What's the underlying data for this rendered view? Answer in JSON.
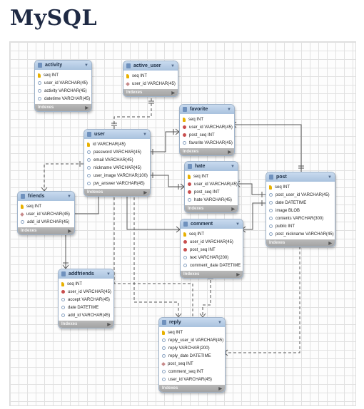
{
  "title": "MySQL",
  "tables": [
    {
      "id": "activity",
      "name": "activity",
      "footer": "Indexes",
      "columns": [
        {
          "key": "pk",
          "text": "seq INT"
        },
        {
          "key": "col",
          "text": "user_id VARCHAR(45)"
        },
        {
          "key": "col",
          "text": "activity VARCHAR(45)"
        },
        {
          "key": "col",
          "text": "datetime VARCHAR(45)"
        }
      ]
    },
    {
      "id": "active_user",
      "name": "active_user",
      "footer": "Indexes",
      "columns": [
        {
          "key": "pk",
          "text": "seq INT"
        },
        {
          "key": "rfk",
          "text": "user_id VARCHAR(45)"
        }
      ]
    },
    {
      "id": "favorite",
      "name": "favorite",
      "footer": "Indexes",
      "columns": [
        {
          "key": "pk",
          "text": "seq INT"
        },
        {
          "key": "fk",
          "text": "user_id VARCHAR(45)"
        },
        {
          "key": "fk",
          "text": "post_seq INT"
        },
        {
          "key": "col",
          "text": "favorite VARCHAR(45)"
        }
      ]
    },
    {
      "id": "user",
      "name": "user",
      "footer": "Indexes",
      "columns": [
        {
          "key": "pk",
          "text": "id VARCHAR(45)"
        },
        {
          "key": "col",
          "text": "password VARCHAR(45)"
        },
        {
          "key": "col",
          "text": "email VARCHAR(45)"
        },
        {
          "key": "col",
          "text": "nickname VARCHAR(45)"
        },
        {
          "key": "col",
          "text": "user_image VARCHAR(100)"
        },
        {
          "key": "col",
          "text": "pw_answer VARCHAR(45)"
        }
      ]
    },
    {
      "id": "hate",
      "name": "hate",
      "footer": "Indexes",
      "columns": [
        {
          "key": "pk",
          "text": "seq INT"
        },
        {
          "key": "fk",
          "text": "user_id VARCHAR(45)"
        },
        {
          "key": "fk",
          "text": "post_seq INT"
        },
        {
          "key": "col",
          "text": "hate VARCHAR(45)"
        }
      ]
    },
    {
      "id": "post",
      "name": "post",
      "footer": "Indexes",
      "columns": [
        {
          "key": "pk",
          "text": "seq INT"
        },
        {
          "key": "col",
          "text": "post_user_id VARCHAR(45)"
        },
        {
          "key": "col",
          "text": "date DATETIME"
        },
        {
          "key": "col",
          "text": "image BLOB"
        },
        {
          "key": "col",
          "text": "contents VARCHAR(300)"
        },
        {
          "key": "col",
          "text": "public INT"
        },
        {
          "key": "col",
          "text": "post_nickname VARCHAR(45)"
        }
      ]
    },
    {
      "id": "friends",
      "name": "friends",
      "footer": "Indexes",
      "columns": [
        {
          "key": "pk",
          "text": "seq INT"
        },
        {
          "key": "rfk",
          "text": "user_id VARCHAR(45)"
        },
        {
          "key": "col",
          "text": "add_id VARCHAR(45)"
        }
      ]
    },
    {
      "id": "comment",
      "name": "comment",
      "footer": "Indexes",
      "columns": [
        {
          "key": "pk",
          "text": "seq INT"
        },
        {
          "key": "fk",
          "text": "user_id VARCHAR(45)"
        },
        {
          "key": "fk",
          "text": "post_seq INT"
        },
        {
          "key": "col",
          "text": "text VARCHAR(200)"
        },
        {
          "key": "col",
          "text": "comment_date DATETIME"
        }
      ]
    },
    {
      "id": "addfriends",
      "name": "addfriends",
      "footer": "Indexes",
      "columns": [
        {
          "key": "pk",
          "text": "seq INT"
        },
        {
          "key": "fk",
          "text": "user_id VARCHAR(45)"
        },
        {
          "key": "col",
          "text": "accept VARCHAR(45)"
        },
        {
          "key": "col",
          "text": "date DATETIME"
        },
        {
          "key": "col",
          "text": "add_id VARCHAR(45)"
        }
      ]
    },
    {
      "id": "reply",
      "name": "reply",
      "footer": "Indexes",
      "columns": [
        {
          "key": "pk",
          "text": "seq INT"
        },
        {
          "key": "col",
          "text": "reply_user_id VARCHAR(45)"
        },
        {
          "key": "col",
          "text": "reply VARCHAR(200)"
        },
        {
          "key": "col",
          "text": "reply_date DATETIME"
        },
        {
          "key": "rfk",
          "text": "post_seq INT"
        },
        {
          "key": "col",
          "text": "comment_seq INT"
        },
        {
          "key": "col",
          "text": "user_id VARCHAR(45)"
        }
      ]
    }
  ]
}
